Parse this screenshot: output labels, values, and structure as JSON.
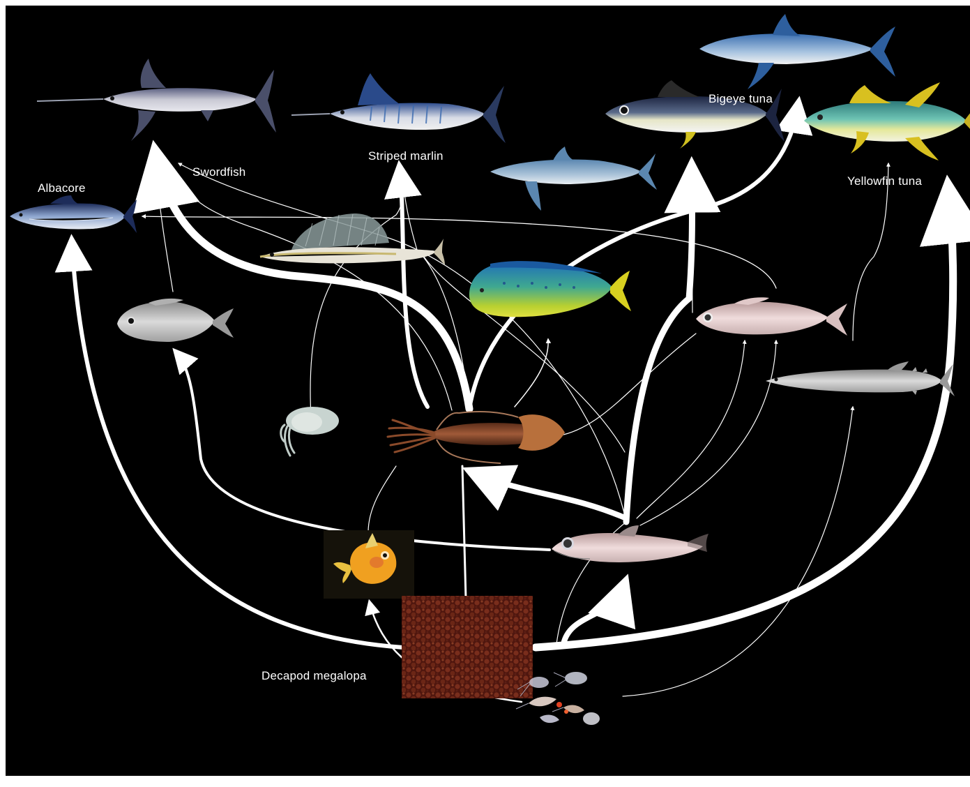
{
  "labels": {
    "albacore": "Albacore",
    "swordfish": "Swordfish",
    "striped_marlin": "Striped marlin",
    "bigeye_tuna": "Bigeye tuna",
    "yellowfin_tuna": "Yellowfin tuna",
    "decapod_megalopa": "Decapod megalopa"
  },
  "colors": {
    "background": "#000000",
    "arrow": "#ffffff",
    "tuna_blue": "#2a4a7a",
    "marlin_blue": "#3a5d9a",
    "shark_blue": "#4a7ab0",
    "yellowfin_yellow": "#e8d03a",
    "yellowfin_teal": "#4fb3a8",
    "mahi_green": "#7fbf2a",
    "squid_brown": "#8a4a2a",
    "copepod_red": "#7a2a1a",
    "larval_fish_orange": "#f0a020"
  },
  "organisms": [
    "swordfish",
    "striped-marlin",
    "shortfin-mako-shark",
    "bigeye-tuna",
    "blue-shark",
    "yellowfin-tuna",
    "albacore",
    "pomfret",
    "lancetfish",
    "mahi-mahi",
    "opah",
    "small-octopus",
    "squid",
    "larval-fish",
    "copepods",
    "snake-mackerel",
    "lanternfish",
    "zooplankton"
  ]
}
